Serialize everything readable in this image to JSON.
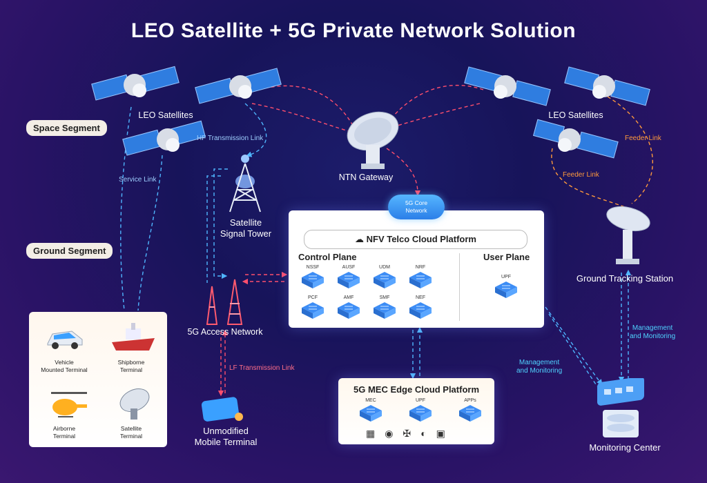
{
  "title": "LEO Satellite + 5G Private Network Solution",
  "segments": {
    "space": "Space Segment",
    "ground": "Ground Segment"
  },
  "nodes": {
    "leo_left": "LEO Satellites",
    "leo_right": "LEO Satellites",
    "ntn_gateway": "NTN Gateway",
    "signal_tower_line1": "Satellite",
    "signal_tower_line2": "Signal Tower",
    "access_network": "5G Access Network",
    "mobile_line1": "Unmodified",
    "mobile_line2": "Mobile Terminal",
    "ground_tracking": "Ground Tracking Station",
    "monitoring_center": "Monitoring Center",
    "core_cloud_line1": "5G Core",
    "core_cloud_line2": "Network"
  },
  "links": {
    "hf": "HF Transmission Link",
    "service": "Service Link",
    "feeder1": "Feeder Link",
    "feeder2": "Feeder Link",
    "lf": "LF Transmission Link",
    "mgmt1_line1": "Management",
    "mgmt1_line2": "and Monitoring",
    "mgmt2_line1": "Management",
    "mgmt2_line2": "and Monitoring"
  },
  "nfv": {
    "header": "NFV Telco Cloud Platform",
    "control_plane": "Control Plane",
    "user_plane": "User Plane",
    "control_functions": [
      "NSSF",
      "AUSF",
      "UDM",
      "NRF",
      "PCF",
      "AMF",
      "SMF",
      "NEF"
    ],
    "user_functions": [
      "UPF"
    ]
  },
  "mec": {
    "title": "5G MEC Edge Cloud Platform",
    "functions": [
      "MEC",
      "UPF",
      "APPs"
    ]
  },
  "terminals": [
    {
      "line1": "Vehicle",
      "line2": "Mounted Terminal"
    },
    {
      "line1": "Shipborne",
      "line2": "Terminal"
    },
    {
      "line1": "Airborne",
      "line2": "Terminal"
    },
    {
      "line1": "Satellite",
      "line2": "Terminal"
    }
  ],
  "colors": {
    "cyan_link": "#4fb6ff",
    "red_link": "#ff4f6d",
    "orange_link": "#ff9a3c",
    "chip_blue": "#3d8df5"
  }
}
